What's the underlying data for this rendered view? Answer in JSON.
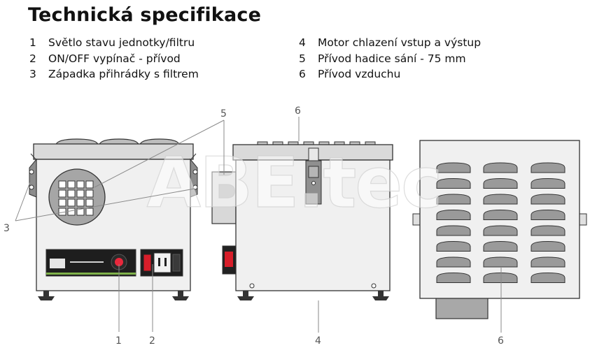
{
  "title": "Technická specifikace",
  "legend_left": [
    {
      "num": "1",
      "text": "Světlo stavu jednotky/filtru"
    },
    {
      "num": "2",
      "text": "ON/OFF vypínač - přívod"
    },
    {
      "num": "3",
      "text": "Západka přihrádky s filtrem"
    }
  ],
  "legend_right": [
    {
      "num": "4",
      "text": "Motor chlazení vstup a výstup"
    },
    {
      "num": "5",
      "text": "Přívod hadice sání - 75 mm"
    },
    {
      "num": "6",
      "text": "Přívod vzduchu"
    }
  ],
  "watermark": "ABE.tec",
  "callouts": {
    "c1": "1",
    "c2": "2",
    "c3": "3",
    "c4": "4",
    "c5": "5",
    "c6_top": "6",
    "c6_bottom": "6"
  },
  "colors": {
    "outline": "#333333",
    "body_fill": "#f0f0f0",
    "top_fill": "#dadada",
    "grille_fill": "#9a9a9a",
    "panel_fill": "#1e1e1e",
    "lamp": "#e8283c",
    "switch": "#d81e2a",
    "callout_line": "#8a8a8a"
  }
}
